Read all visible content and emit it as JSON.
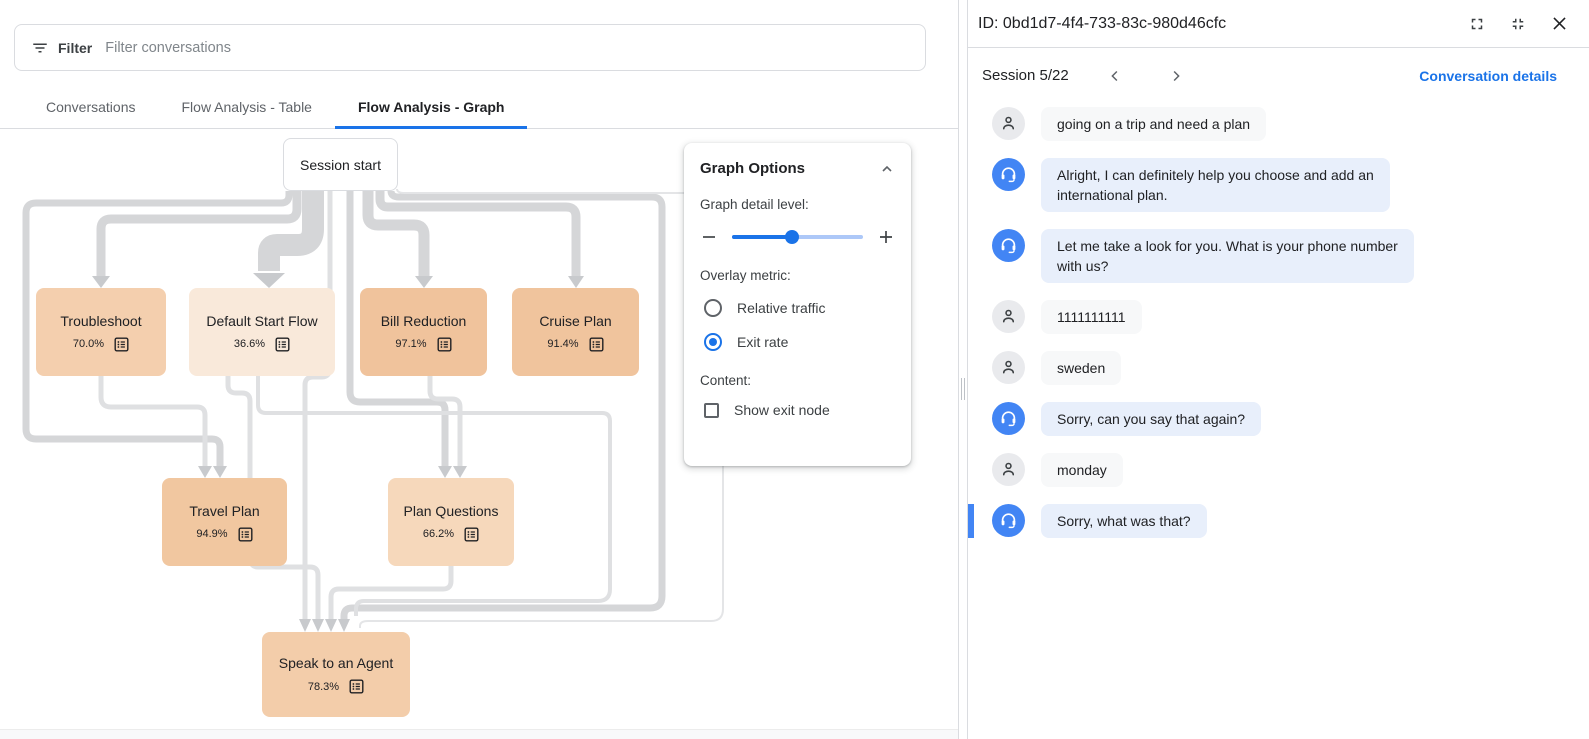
{
  "filter_bar": {
    "label": "Filter",
    "placeholder": "Filter conversations"
  },
  "tabs": {
    "active_index": 2,
    "items": [
      {
        "label": "Conversations"
      },
      {
        "label": "Flow Analysis - Table"
      },
      {
        "label": "Flow Analysis - Graph"
      }
    ]
  },
  "graph": {
    "nodes": [
      {
        "id": "session-start",
        "label": "Session start",
        "type": "start"
      },
      {
        "id": "troubleshoot",
        "label": "Troubleshoot",
        "exit_rate": "70.0%",
        "color": "#f4cfae"
      },
      {
        "id": "default-start-flow",
        "label": "Default Start Flow",
        "exit_rate": "36.6%",
        "color": "#f9e9da"
      },
      {
        "id": "bill-reduction",
        "label": "Bill Reduction",
        "exit_rate": "97.1%",
        "color": "#f0c39c"
      },
      {
        "id": "cruise-plan",
        "label": "Cruise Plan",
        "exit_rate": "91.4%",
        "color": "#f0c49d"
      },
      {
        "id": "travel-plan",
        "label": "Travel Plan",
        "exit_rate": "94.9%",
        "color": "#f1c7a0"
      },
      {
        "id": "plan-questions",
        "label": "Plan Questions",
        "exit_rate": "66.2%",
        "color": "#f6d8bb"
      },
      {
        "id": "speak-to-an-agent",
        "label": "Speak to an Agent",
        "exit_rate": "78.3%",
        "color": "#f3cdaa"
      }
    ]
  },
  "graph_options": {
    "title": "Graph Options",
    "detail_label": "Graph detail level:",
    "detail_level_pct": 46,
    "overlay_label": "Overlay metric:",
    "radios": [
      {
        "label": "Relative traffic",
        "selected": false
      },
      {
        "label": "Exit rate",
        "selected": true
      }
    ],
    "content_label": "Content:",
    "checkbox_label": "Show exit node",
    "checkbox_checked": false
  },
  "detail_panel": {
    "id_title": "ID: 0bd1d7-4f4-733-83c-980d46cfc",
    "session_label": "Session 5/22",
    "details_link": "Conversation details",
    "messages": [
      {
        "role": "user",
        "text": "going on a trip and need a plan"
      },
      {
        "role": "agent",
        "text": "Alright, I can definitely help you choose and add an\ninternational plan."
      },
      {
        "role": "agent",
        "text": "Let me take a look for you. What is your phone number\nwith us?"
      },
      {
        "role": "user",
        "text": "1111111111"
      },
      {
        "role": "user",
        "text": "sweden"
      },
      {
        "role": "agent",
        "text": "Sorry, can you say that again?"
      },
      {
        "role": "user",
        "text": "monday"
      },
      {
        "role": "agent",
        "text": "Sorry, what was that?",
        "highlighted": true
      }
    ]
  },
  "icons": {
    "filter": "filter-list-icon",
    "collapse": "chevron-up-icon",
    "node_stats": "list-alt-icon",
    "user": "person-icon",
    "agent": "headset-icon",
    "expand": "fullscreen-icon",
    "shrink": "fullscreen-exit-icon",
    "close": "close-icon",
    "prev": "chevron-left-icon",
    "next": "chevron-right-icon"
  },
  "colors": {
    "accent_blue": "#1a73e8",
    "agent_avatar_blue": "#4285f4",
    "agent_bubble": "#e8effb",
    "user_bubble": "#f7f8f9",
    "user_avatar_bg": "#e9eaed",
    "edge_gray": "#d5d6d8",
    "edge_light": "#dfe0e2",
    "arrow_gray": "#c8cacd",
    "border_gray": "#dadce0"
  }
}
